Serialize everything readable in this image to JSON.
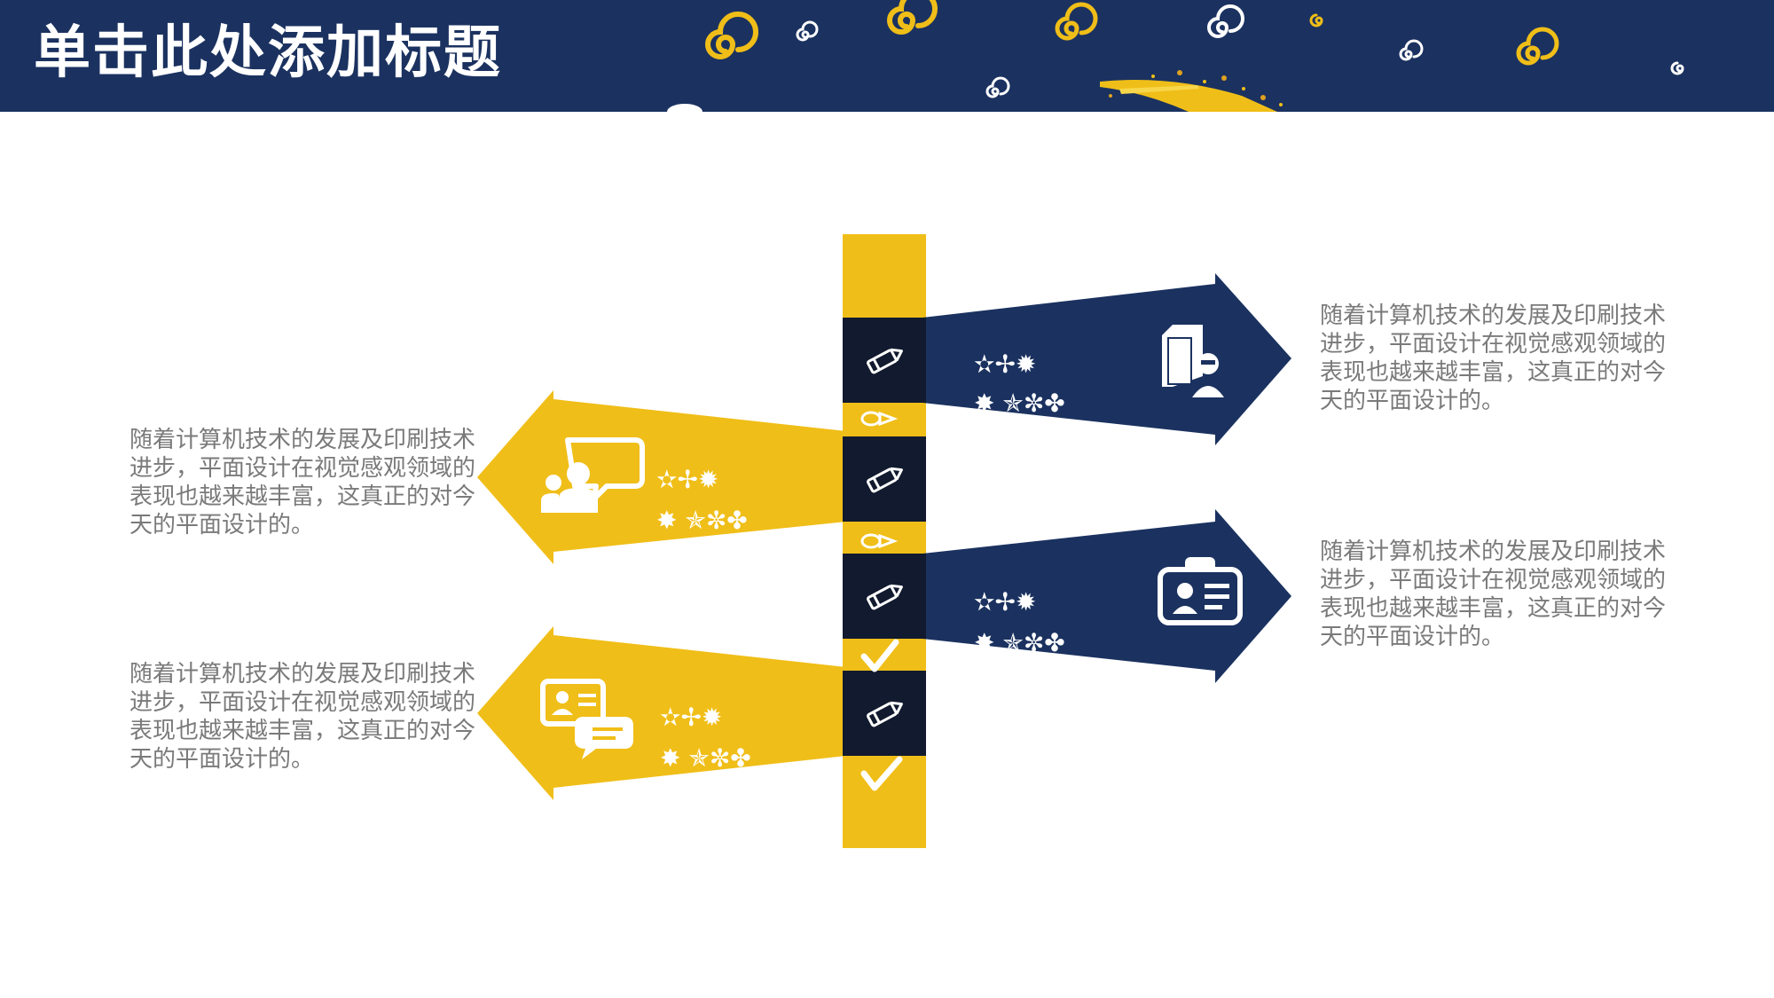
{
  "header": {
    "title": "单击此处添加标题"
  },
  "colors": {
    "navy": "#1b3260",
    "gold": "#f0be18",
    "dark": "#111a2e",
    "text": "#7a7a7a",
    "white": "#ffffff"
  },
  "blocks": [
    {
      "side": "right",
      "color": "navy",
      "icon": "book-user-icon",
      "text": "随着计算机技术的发展及印刷技术进步，平面设计在视觉感观领域的表现也越来越丰富，这真正的对今天的平面设计的。"
    },
    {
      "side": "left",
      "color": "gold",
      "icon": "people-chat-icon",
      "text": "随着计算机技术的发展及印刷技术进步，平面设计在视觉感观领域的表现也越来越丰富，这真正的对今天的平面设计的。"
    },
    {
      "side": "right",
      "color": "navy",
      "icon": "id-card-icon",
      "text": "随着计算机技术的发展及印刷技术进步，平面设计在视觉感观领域的表现也越来越丰富，这真正的对今天的平面设计的。"
    },
    {
      "side": "left",
      "color": "gold",
      "icon": "contact-chat-icon",
      "text": "随着计算机技术的发展及印刷技术进步，平面设计在视觉感观领域的表现也越来越丰富，这真正的对今天的平面设计的。"
    }
  ]
}
